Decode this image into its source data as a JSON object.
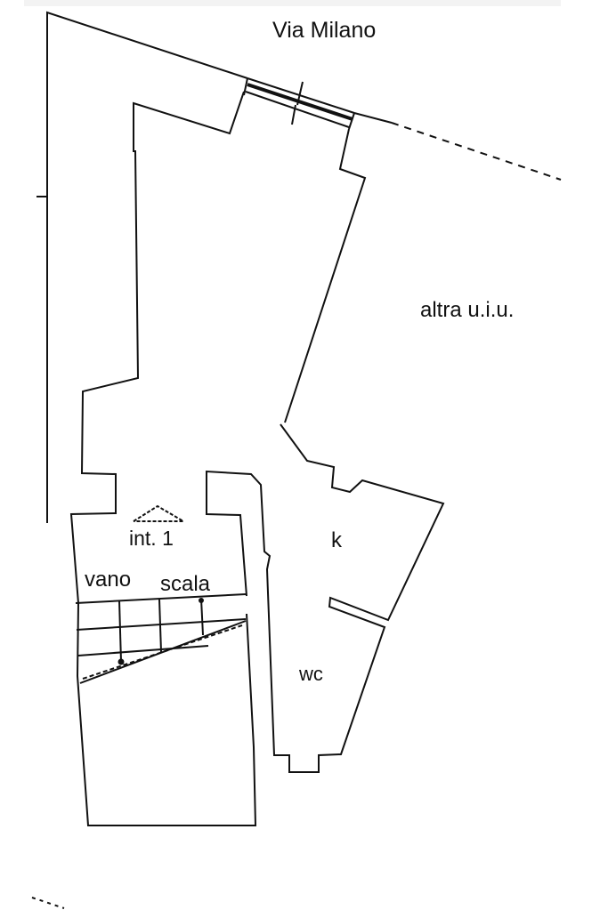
{
  "plan": {
    "type": "cadastral floor plan",
    "labels": {
      "street": "Via Milano",
      "neighbor_unit": "altra u.i.u.",
      "interior": "int. 1",
      "stairwell_word1": "vano",
      "stairwell_word2": "scala",
      "kitchen": "k",
      "bathroom": "wc"
    },
    "colors": {
      "line": "#111111",
      "background": "#ffffff",
      "top_strip": "#f3f3f3"
    }
  }
}
